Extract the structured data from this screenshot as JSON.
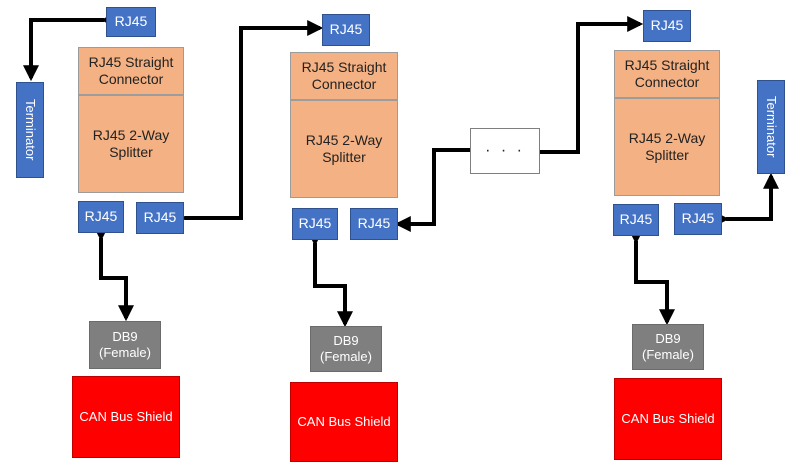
{
  "diagram": {
    "colors": {
      "connector": "#4472c4",
      "splitter": "#f4b183",
      "db9": "#7f7f7f",
      "shield": "#ff0000",
      "wire": "#000000"
    },
    "left": {
      "rj45_top": "RJ45",
      "straight_connector": "RJ45 Straight Connector",
      "splitter": "RJ45 2-Way Splitter",
      "rj45_bottom_left": "RJ45",
      "rj45_bottom_right": "RJ45",
      "db9": "DB9\n(Female)",
      "shield": "CAN Bus Shield",
      "terminator": "Terminator"
    },
    "middle": {
      "rj45_top": "RJ45",
      "straight_connector": "RJ45 Straight Connector",
      "splitter": "RJ45 2-Way Splitter",
      "rj45_bottom_left": "RJ45",
      "rj45_bottom_right": "RJ45",
      "db9": "DB9\n(Female)",
      "shield": "CAN Bus Shield"
    },
    "ellipsis": "· · ·",
    "right": {
      "rj45_top": "RJ45",
      "straight_connector": "RJ45 Straight Connector",
      "splitter": "RJ45 2-Way Splitter",
      "rj45_bottom_left": "RJ45",
      "rj45_bottom_right": "RJ45",
      "db9": "DB9\n(Female)",
      "shield": "CAN Bus Shield",
      "terminator": "Terminator"
    }
  }
}
